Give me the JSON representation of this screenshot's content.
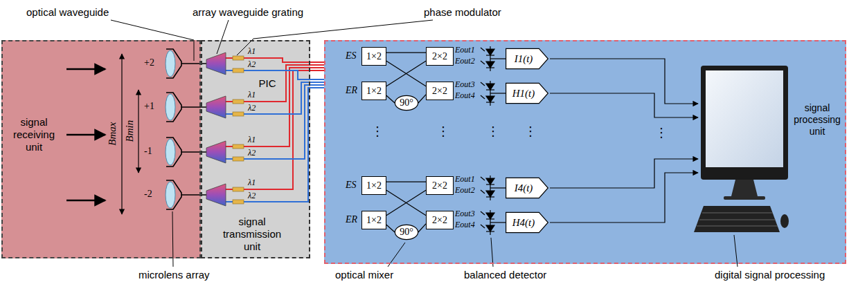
{
  "diagram": {
    "nodes": [
      {
        "text": [
          "signal receiving unit"
        ]
      },
      {
        "text": [
          "PIC",
          "signal transmission unit"
        ]
      },
      {
        "text": [
          "signal processing unit"
        ]
      },
      {
        "text": [
          "1×2"
        ],
        "in": 2
      },
      {
        "text": [
          "2×2"
        ],
        "in": 2
      },
      {
        "text": [
          "1×2"
        ],
        "in": 2
      },
      {
        "text": [
          "90°"
        ],
        "in": 2
      },
      {
        "text": [
          "2×2"
        ],
        "in": 2
      },
      {
        "text": [
          "I1(t)"
        ],
        "in": 2
      },
      {
        "text": [
          "H1(t)"
        ],
        "in": 2
      },
      {
        "text": [
          "1×2"
        ],
        "in": 2
      },
      {
        "text": [
          "2×2"
        ],
        "in": 2
      },
      {
        "text": [
          "1×2"
        ],
        "in": 2
      },
      {
        "text": [
          "90°"
        ],
        "in": 2
      },
      {
        "text": [
          "2×2"
        ],
        "in": 2
      },
      {
        "text": [
          "I4(t)"
        ],
        "in": 2
      },
      {
        "text": [
          "H4(t)"
        ],
        "in": 2
      }
    ],
    "edges": [
      {
        "from": 3,
        "to": 4,
        "arrow": "none"
      },
      {
        "from": 3,
        "to": 7,
        "arrow": "none"
      },
      {
        "from": 5,
        "to": 4,
        "arrow": "none"
      },
      {
        "from": 5,
        "to": 6,
        "arrow": "none"
      },
      {
        "from": 6,
        "to": 7,
        "arrow": "none"
      },
      {
        "from": 10,
        "to": 11,
        "arrow": "none"
      },
      {
        "from": 10,
        "to": 14,
        "arrow": "none"
      },
      {
        "from": 12,
        "to": 11,
        "arrow": "none"
      },
      {
        "from": 12,
        "to": 13,
        "arrow": "none"
      },
      {
        "from": 13,
        "to": 14,
        "arrow": "none"
      }
    ],
    "labels": [
      "optical waveguide",
      "array waveguide grating",
      "phase modulator",
      "+2",
      "+1",
      "-1",
      "-2",
      "Bmax",
      "Bmin",
      "λ1",
      "λ2",
      "λ1",
      "λ2",
      "λ1",
      "λ2",
      "λ1",
      "λ2",
      "ES",
      "ER",
      "Eout1",
      "Eout2",
      "Eout3",
      "Eout4",
      "ES",
      "ER",
      "Eout1",
      "Eout2",
      "Eout3",
      "Eout4",
      "⋮",
      "⋮",
      "⋮",
      "⋮",
      "⋮",
      "microlens array",
      "optical mixer",
      "balanced detector",
      "digital signal processing"
    ]
  }
}
